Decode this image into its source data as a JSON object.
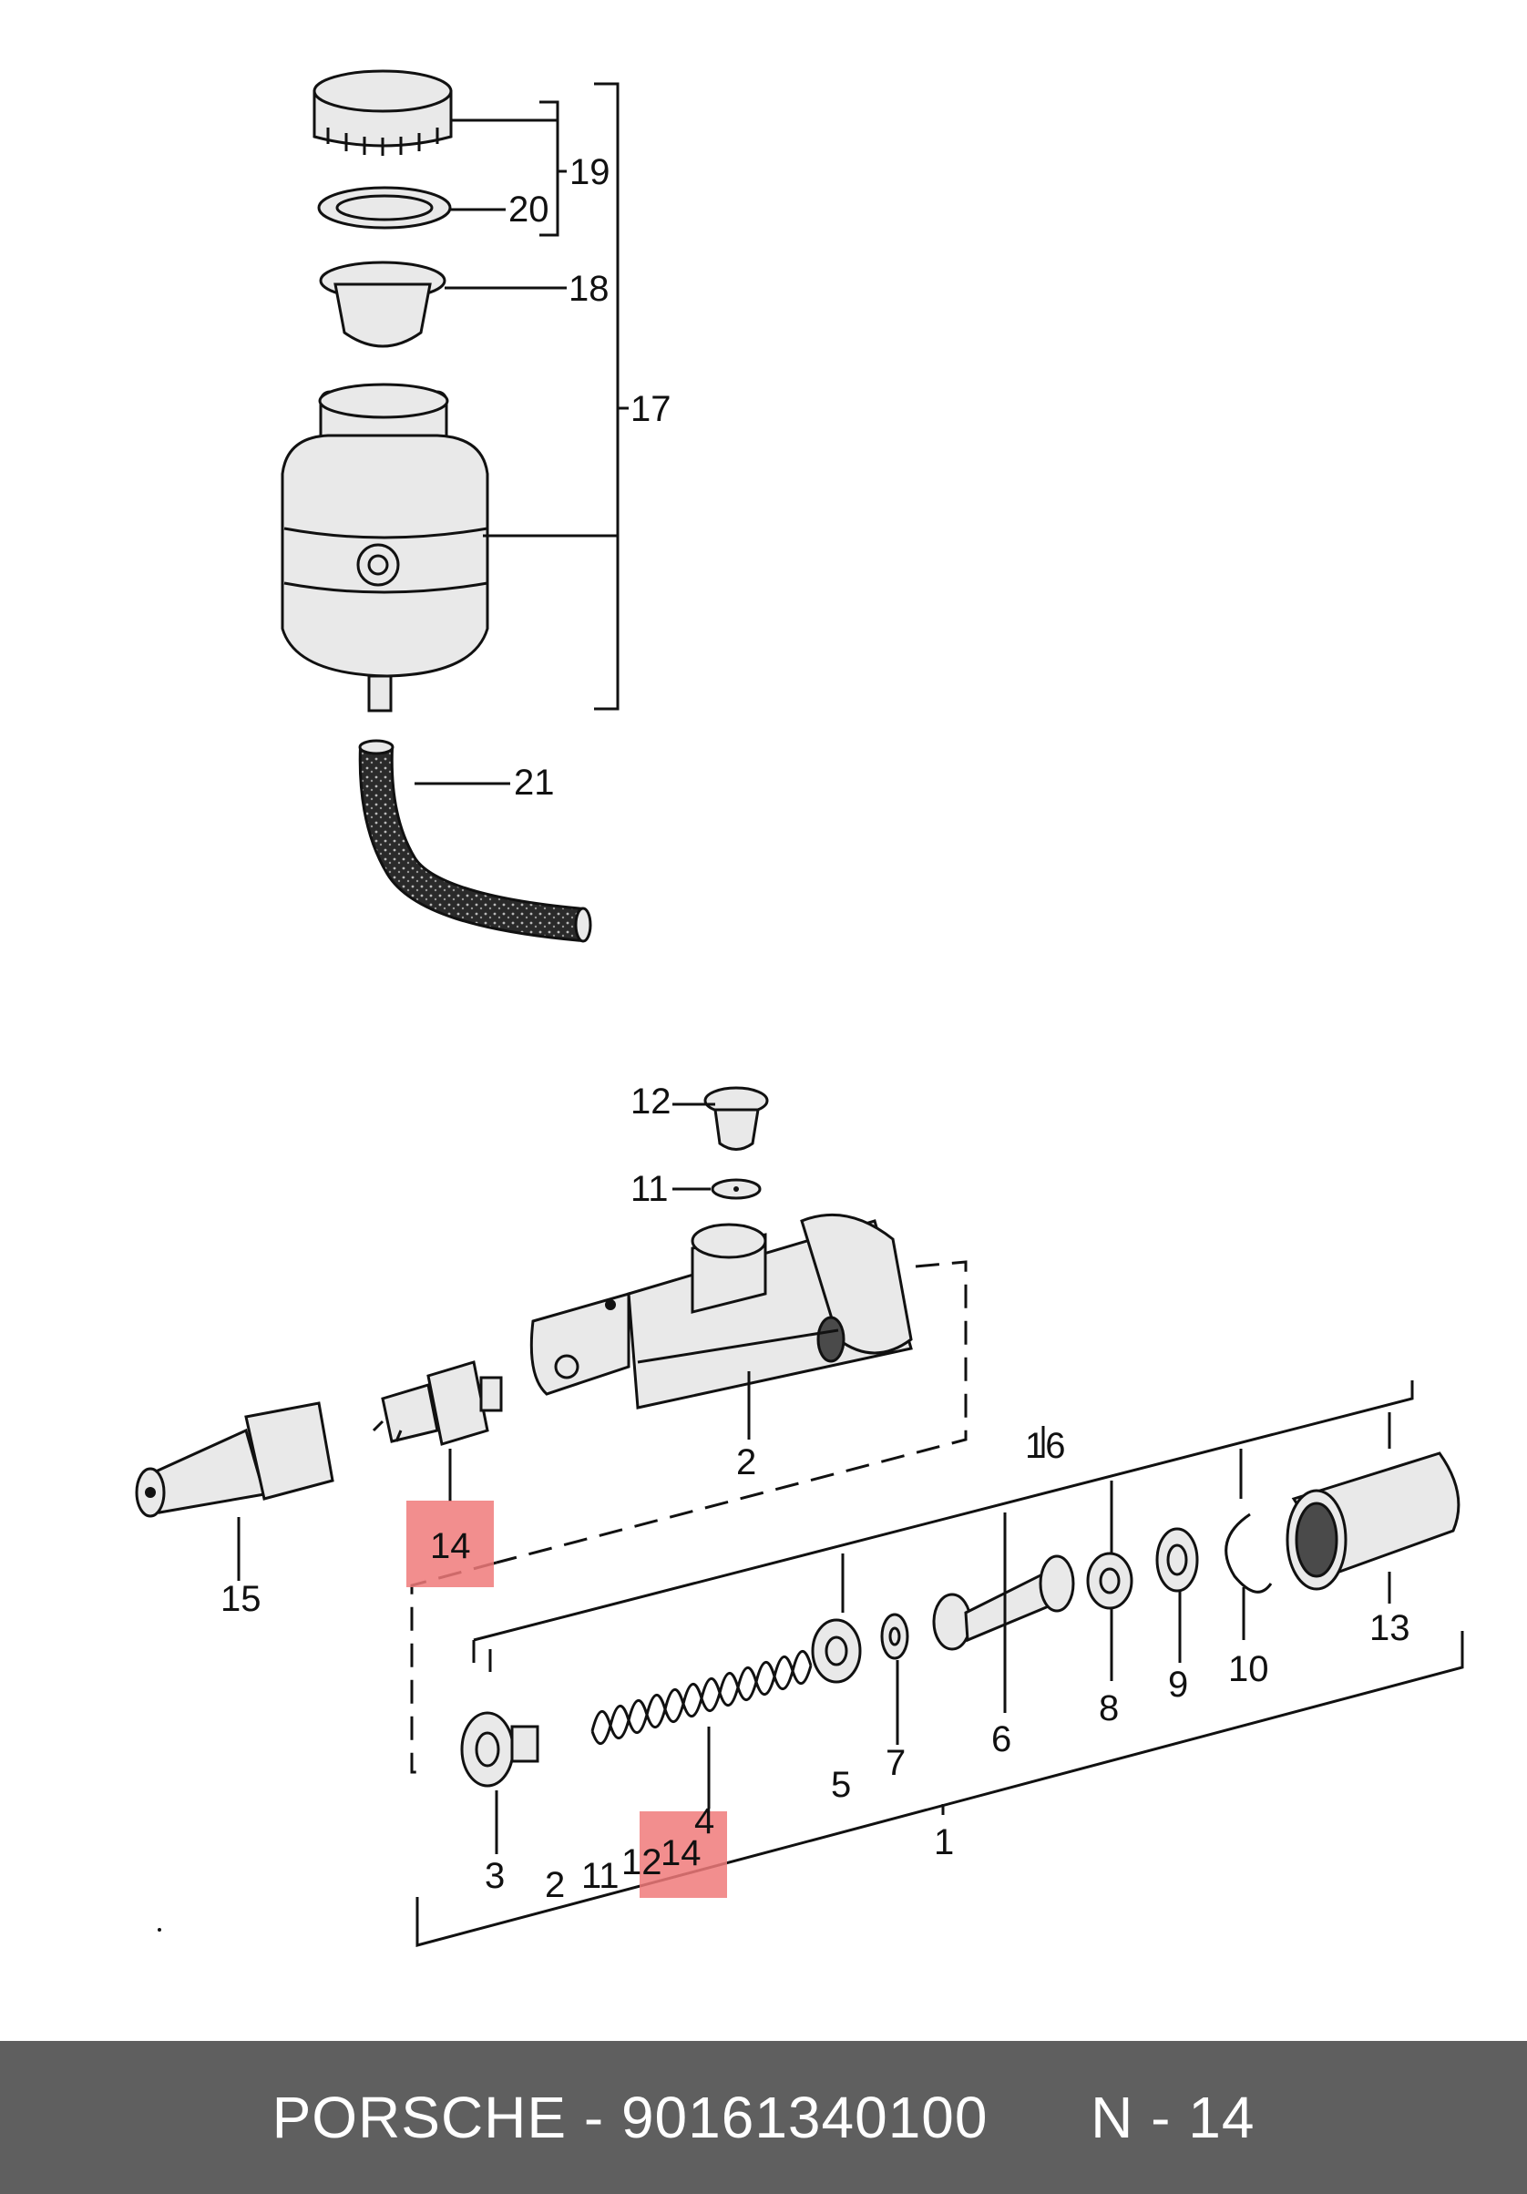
{
  "labels": {
    "c19": "19",
    "c20": "20",
    "c18": "18",
    "c17": "17",
    "c21": "21",
    "c12": "12",
    "c11": "11",
    "c2": "2",
    "c16": "16",
    "c14": "14",
    "c15": "15",
    "c3": "3",
    "c4": "4",
    "c5": "5",
    "c7": "7",
    "c6": "6",
    "c8": "8",
    "c9": "9",
    "c10": "10",
    "c13": "13",
    "c1": "1",
    "l2": "2",
    "l11": "11",
    "l12": "12",
    "l14": "14"
  },
  "footer": {
    "brand": "PORSCHE",
    "separator": " - ",
    "part_number": "90161340100",
    "page": "N - 14"
  }
}
